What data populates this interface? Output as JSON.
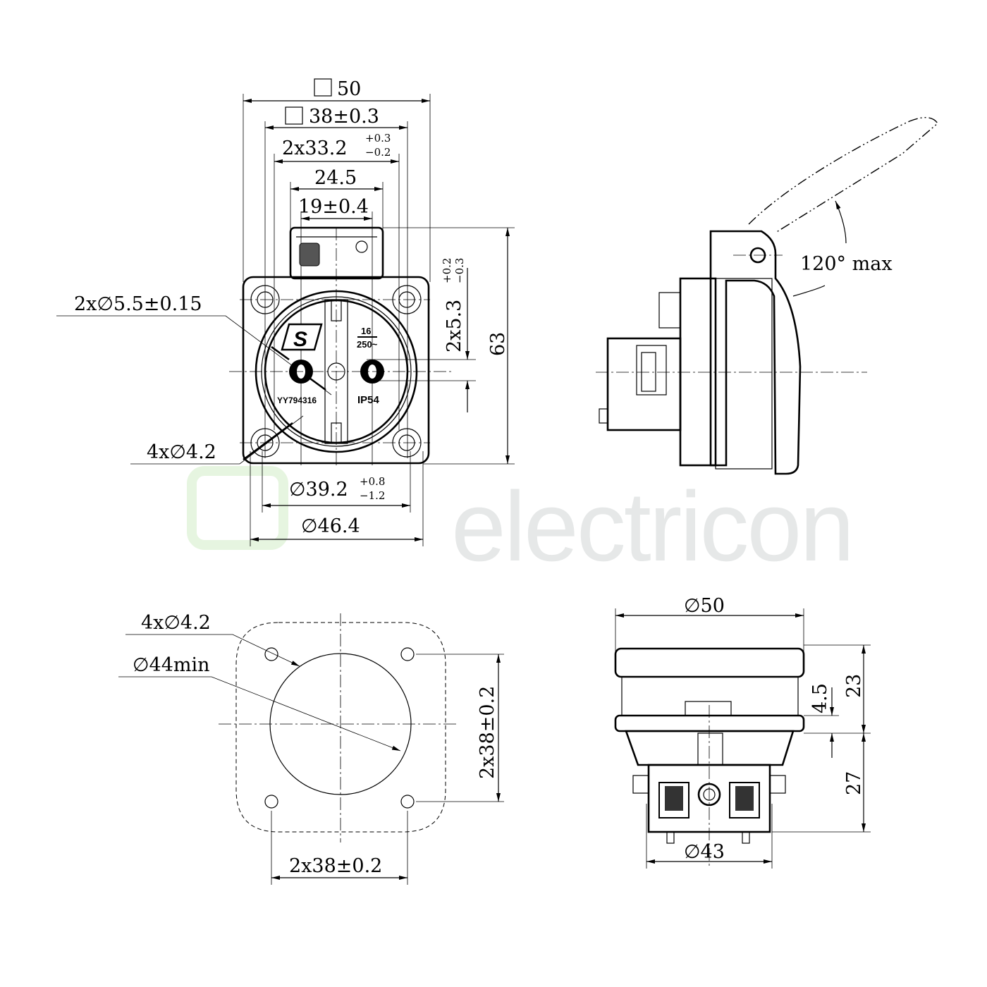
{
  "watermark": {
    "text": "electricon",
    "accent": "#e6f5e0"
  },
  "front_view": {
    "dim_square_outer": "50",
    "dim_square_inner": "38±0.3",
    "dim_slot": "2x33.2",
    "dim_slot_tol_plus": "+0.3",
    "dim_slot_tol_minus": "−0.2",
    "dim_lid_width": "24.5",
    "dim_lid_inner": "19±0.4",
    "dim_height": "63",
    "dim_pin_offset": "2x5.3",
    "dim_pin_offset_tol_plus": "+0.2",
    "dim_pin_offset_tol_minus": "−0.3",
    "dim_pin_hole": "2x∅5.5±0.15",
    "dim_mount_hole": "4x∅4.2",
    "dim_ring": "∅39.2",
    "dim_ring_tol_plus": "+0.8",
    "dim_ring_tol_minus": "−1.2",
    "dim_outer_ring": "∅46.4",
    "marking_logo": "S",
    "marking_rating_top": "16",
    "marking_rating_bottom": "250~",
    "marking_model": "YY794316",
    "marking_ip": "IP54"
  },
  "side_view": {
    "dim_angle": "120° max"
  },
  "cutout_view": {
    "dim_holes": "4x∅4.2",
    "dim_cutout": "∅44min",
    "dim_vertical": "2x38±0.2",
    "dim_horizontal": "2x38±0.2"
  },
  "bottom_view": {
    "dim_cap": "∅50",
    "dim_body": "∅43",
    "dim_upper": "23",
    "dim_flange": "4.5",
    "dim_lower": "27"
  }
}
